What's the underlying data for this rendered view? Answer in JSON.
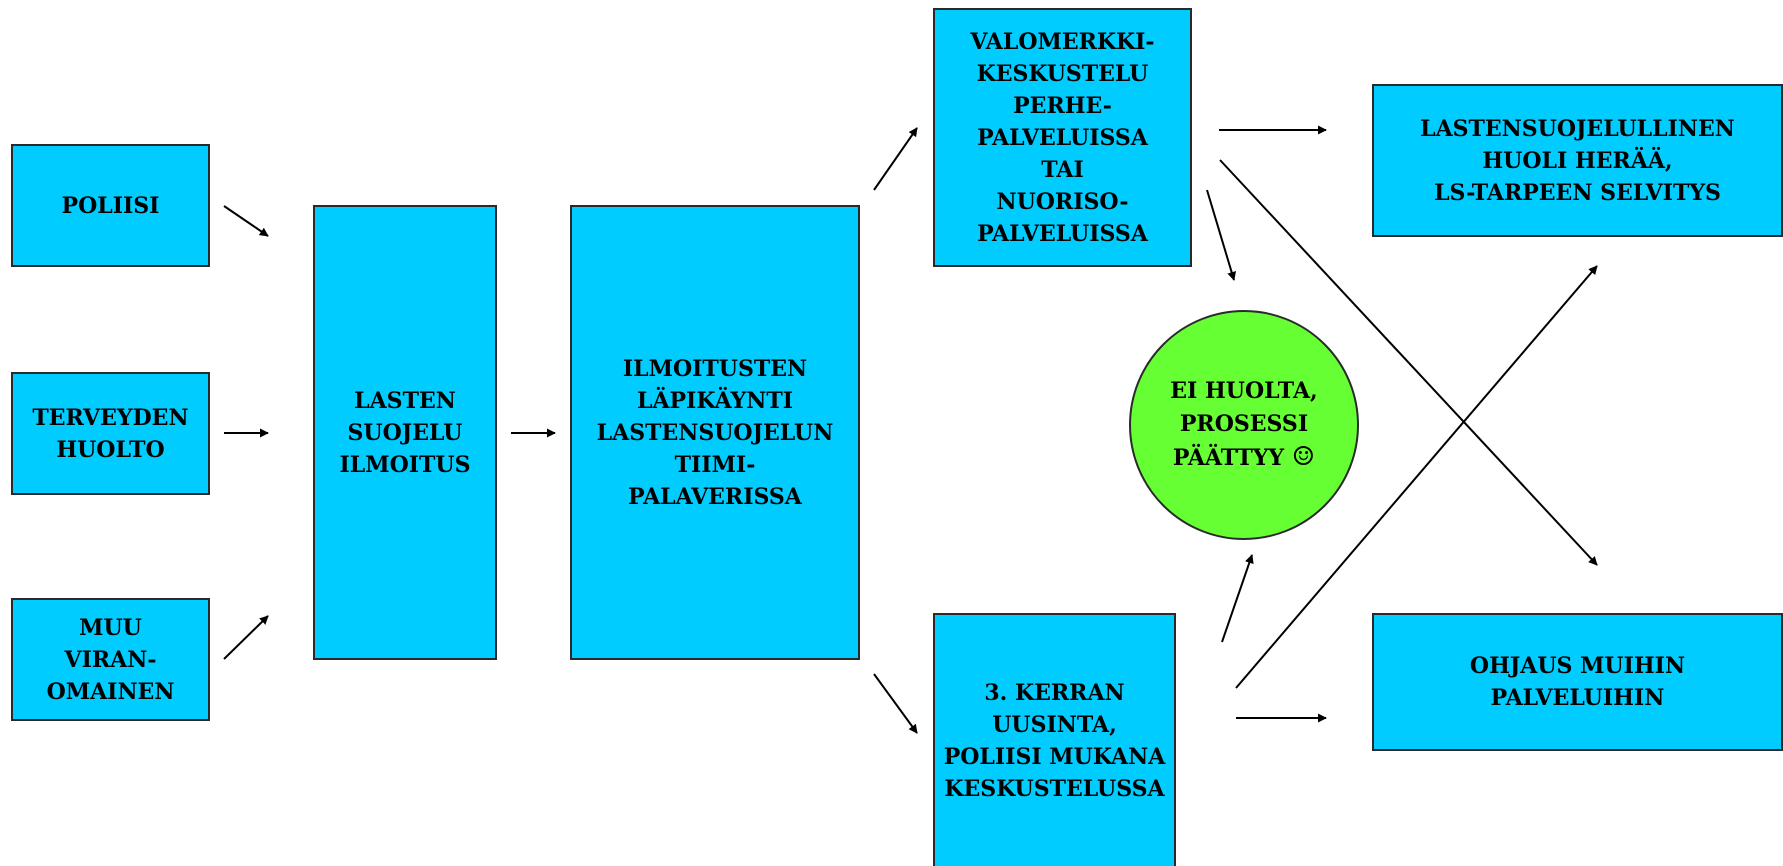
{
  "colors": {
    "box_fill": "#00ccff",
    "circle_fill": "#66ff33",
    "border": "#2a2a2a"
  },
  "nodes": {
    "poliisi": "POLIISI",
    "terveyden_huolto": "TERVEYDEN\nHUOLTO",
    "muu_viranomainen": "MUU\nVIRAN-\nOMAINEN",
    "lastensuojeluilmoitus": "LASTEN\nSUOJELU\nILMOITUS",
    "ilmoitusten_lapikaynti": "ILMOITUSTEN\nLÄPIKÄYNTI\nLASTENSUOJELUN\nTIIMI-\nPALAVERISSA",
    "valomerkki": "VALOMERKKI-\nKESKUSTELU\nPERHE-\nPALVELUISSA\nTAI\nNUORISO-\nPALVELUISSA",
    "kolmas_kerta": "3. KERRAN\nUUSINTA,\nPOLIISI MUKANA\nKESKUSTELUSSA",
    "ei_huolta": "EI HUOLTA,\nPROSESSI\nPÄÄTTYY",
    "ei_huolta_icon": "smiley-icon",
    "ls_huoli": "LASTENSUOJELULLINEN\nHUOLI HERÄÄ,\nLS-TARPEEN SELVITYS",
    "ohjaus": "OHJAUS MUIHIN\nPALVELUIHIN"
  }
}
